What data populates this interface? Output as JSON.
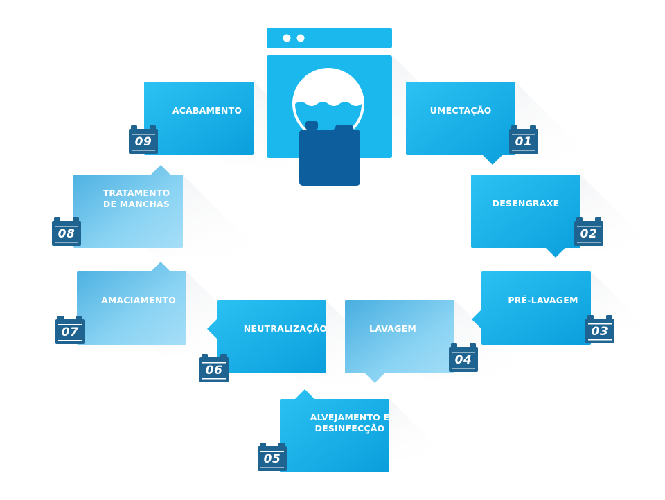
{
  "steps": [
    {
      "number": "01",
      "label": "UMECTAÇÃO"
    },
    {
      "number": "02",
      "label": "DESENGRAXE"
    },
    {
      "number": "03",
      "label": "PRÉ-LAVAGEM"
    },
    {
      "number": "04",
      "label": "LAVAGEM"
    },
    {
      "number": "05",
      "label": "ALVEJAMENTO E\nDESINFECÇÃO"
    },
    {
      "number": "06",
      "label": "NEUTRALIZAÇÃO"
    },
    {
      "number": "07",
      "label": "AMACIAMENTO"
    },
    {
      "number": "08",
      "label": "TRATAMENTO\nDE MANCHAS"
    },
    {
      "number": "09",
      "label": "ACABAMENTO"
    }
  ],
  "colors": {
    "cyan": "#1bb8ee",
    "light_blue": "#7fd0f4",
    "dark_blue": "#0d5e9c",
    "badge": "#1f6390",
    "shadow": "#e6e8ec"
  },
  "icons": {
    "center": "washing-machine-icon",
    "canister": "detergent-canister-icon",
    "badge": "calendar-badge-icon"
  }
}
